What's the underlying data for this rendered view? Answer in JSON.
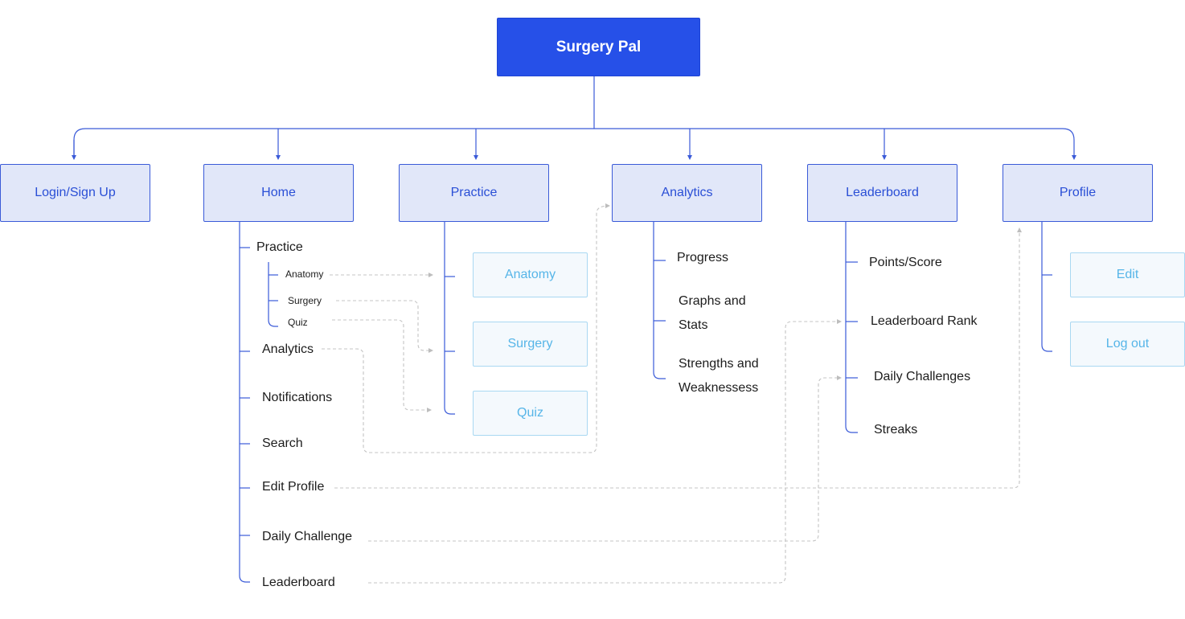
{
  "root": "Surgery Pal",
  "categories": {
    "login": "Login/Sign Up",
    "home": "Home",
    "practice": "Practice",
    "analytics": "Analytics",
    "leaderboard": "Leaderboard",
    "profile": "Profile"
  },
  "home_items": {
    "practice": "Practice",
    "practice_sub": [
      "Anatomy",
      "Surgery",
      "Quiz"
    ],
    "analytics": "Analytics",
    "notifications": "Notifications",
    "search": "Search",
    "edit_profile": "Edit Profile",
    "daily_challenge": "Daily Challenge",
    "leaderboard": "Leaderboard"
  },
  "practice_items": [
    "Anatomy",
    "Surgery",
    "Quiz"
  ],
  "analytics_items": {
    "progress": "Progress",
    "graphs": [
      "Graphs and",
      "Stats"
    ],
    "strengths": [
      "Strengths and",
      "Weaknessess"
    ]
  },
  "leaderboard_items": [
    "Points/Score",
    "Leaderboard Rank",
    "Daily Challenges",
    "Streaks"
  ],
  "profile_items": [
    "Edit",
    "Log out"
  ],
  "colors": {
    "root_fill": "#2650e8",
    "category_fill": "#e1e7f9",
    "category_text": "#2a4fd6",
    "connector": "#3a5ad8",
    "subbox_border": "#a9d8f2",
    "subbox_text": "#56b5e8",
    "dashed": "#c4c4c4"
  }
}
